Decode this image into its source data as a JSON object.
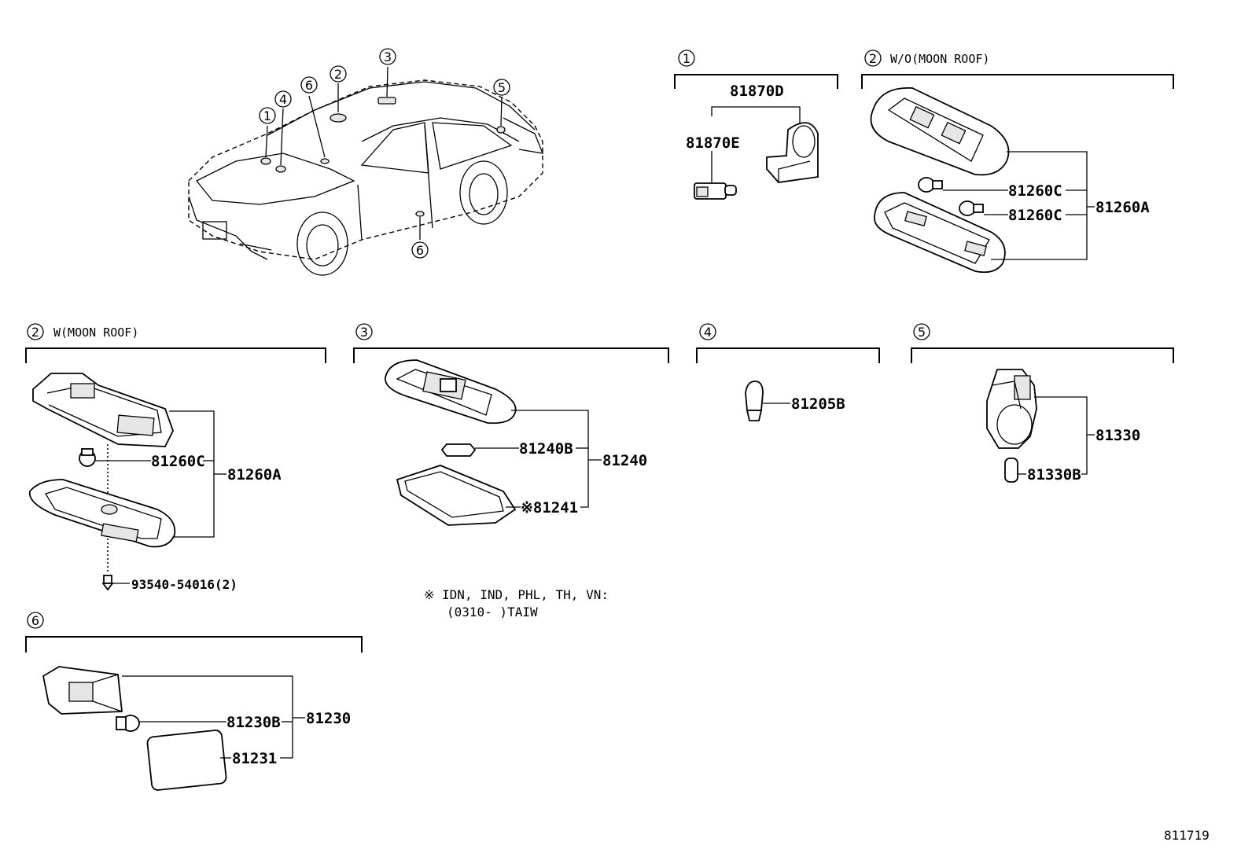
{
  "callouts": {
    "c1": "1",
    "c2": "2",
    "c3": "3",
    "c4": "4",
    "c5": "5",
    "c6": "6"
  },
  "sections": {
    "s1": {
      "number": "1",
      "title": ""
    },
    "s2a": {
      "number": "2",
      "title": "W/O(MOON ROOF)"
    },
    "s2b": {
      "number": "2",
      "title": "W(MOON ROOF)"
    },
    "s3": {
      "number": "3",
      "title": ""
    },
    "s4": {
      "number": "4",
      "title": ""
    },
    "s5": {
      "number": "5",
      "title": ""
    },
    "s6": {
      "number": "6",
      "title": ""
    }
  },
  "parts": {
    "p81870D": "81870D",
    "p81870E": "81870E",
    "p81260C_1": "81260C",
    "p81260C_2": "81260C",
    "p81260A_1": "81260A",
    "p81260C_3": "81260C",
    "p81260A_2": "81260A",
    "p93540": "93540-54016(2)",
    "p81240B": "81240B",
    "p81240": "81240",
    "p81241": "※81241",
    "p81205B": "81205B",
    "p81330": "81330",
    "p81330B": "81330B",
    "p81230B": "81230B",
    "p81230": "81230",
    "p81231": "81231"
  },
  "note": {
    "line1": "※ IDN, IND, PHL, TH, VN:",
    "line2": "(0310-      )TAIW"
  },
  "figure_id": "811719"
}
